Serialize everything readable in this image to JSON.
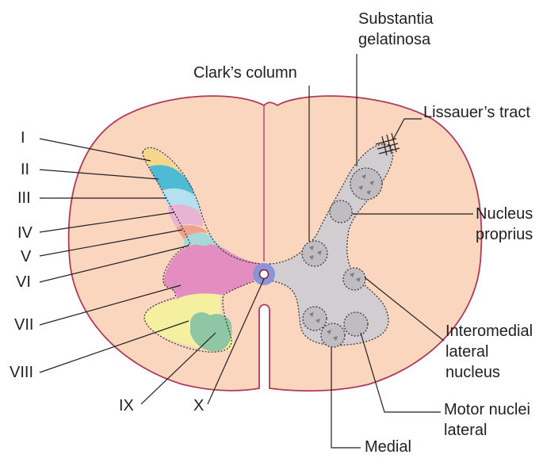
{
  "labels": {
    "lamina_i": "I",
    "lamina_ii": "II",
    "lamina_iii": "III",
    "lamina_iv": "IV",
    "lamina_v": "V",
    "lamina_vi": "VI",
    "lamina_vii": "VII",
    "lamina_viii": "VIII",
    "lamina_ix": "IX",
    "lamina_x": "X",
    "substantia_line1": "Substantia",
    "substantia_line2": "gelatinosa",
    "clarks_column": "Clark’s column",
    "lissauers_tract": "Lissauer’s tract",
    "nucleus_proprius_line1": "Nucleus",
    "nucleus_proprius_line2": "proprius",
    "interomedial_line1": "Interomedial",
    "interomedial_line2": "lateral",
    "interomedial_line3": "nucleus",
    "motor_line1": "Motor nuclei",
    "motor_line2": "lateral",
    "medial": "Medial"
  },
  "colors": {
    "white_matter": "#f9d6bd",
    "outline": "#b03a5a",
    "grey_matter": "#d2cdd1",
    "lamina_i": "#f5d68a",
    "lamina_ii": "#4fbad4",
    "lamina_iii": "#b5e0ef",
    "lamina_iv": "#e8b4d4",
    "lamina_v": "#f1a28f",
    "lamina_vi": "#a6d9d8",
    "lamina_vii": "#e38dc0",
    "lamina_viii": "#f5f0a0",
    "lamina_ix": "#8fc7a4",
    "central_ring": "#8a94d6",
    "nucleus_fill": "#bfbcc2"
  }
}
